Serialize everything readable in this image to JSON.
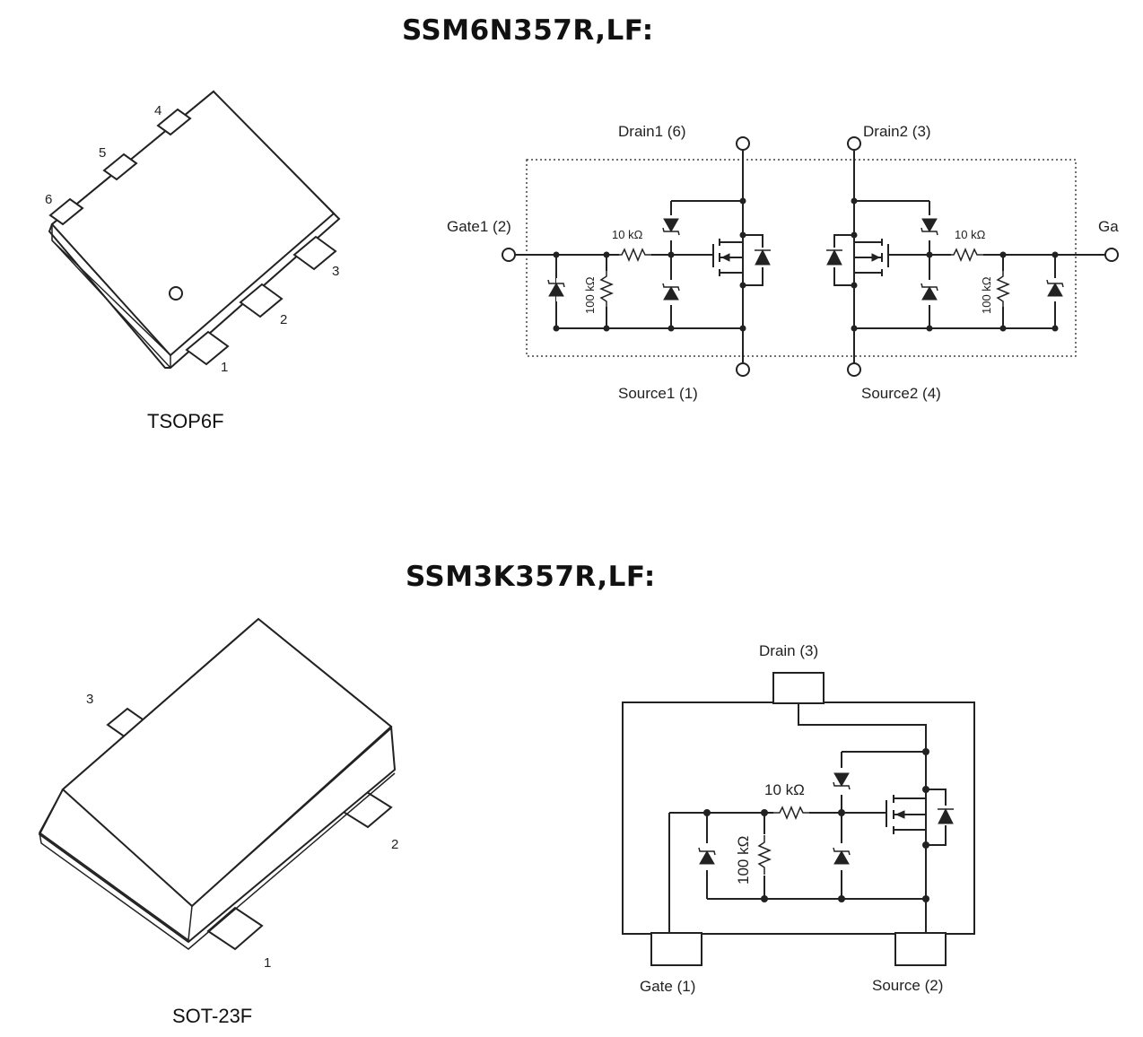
{
  "parts": [
    {
      "title": "SSM6N357R,LF:",
      "package_label": "TSOP6F",
      "package_pins": [
        "1",
        "2",
        "3",
        "4",
        "5",
        "6"
      ],
      "schematic": {
        "drain1": "Drain1 (6)",
        "drain2": "Drain2 (3)",
        "gate1": "Gate1 (2)",
        "gate2_partial": "Ga",
        "source1": "Source1 (1)",
        "source2": "Source2 (4)",
        "r_series": "10 kΩ",
        "r_shunt": "100 kΩ"
      }
    },
    {
      "title": "SSM3K357R,LF:",
      "package_label": "SOT-23F",
      "package_pins": [
        "1",
        "2",
        "3"
      ],
      "schematic": {
        "drain": "Drain (3)",
        "gate": "Gate (1)",
        "source": "Source (2)",
        "r_series": "10 kΩ",
        "r_shunt": "100 kΩ"
      }
    }
  ]
}
